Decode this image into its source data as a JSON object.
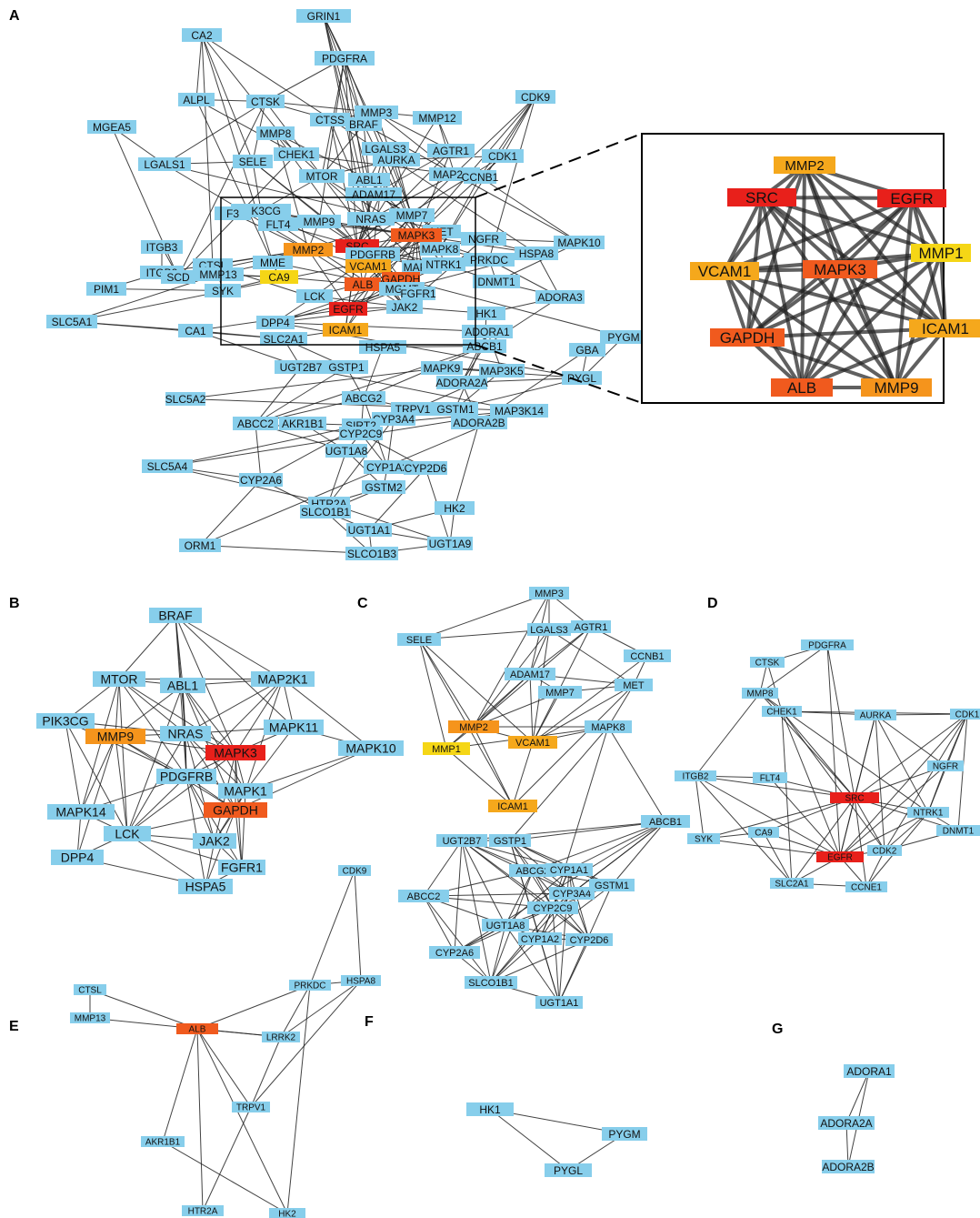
{
  "colors": {
    "node_default": "#87CEEB",
    "edge": "#222222",
    "red": "#E8201B",
    "orange_red": "#F05A1E",
    "orange": "#F5941C",
    "amber": "#F5A81C",
    "yellow": "#F5D616",
    "zoom_box": "#000000"
  },
  "panels": {
    "A": {
      "label": "A",
      "nodes": [
        "GRIN1",
        "CA2",
        "PDGFRA",
        "ALPL",
        "CTSK",
        "CDK9",
        "MMP3",
        "MMP12",
        "MGEA5",
        "MMP8",
        "CTSS",
        "BRAF",
        "LGALS1",
        "CHEK1",
        "AGTR1",
        "AURKA",
        "CDK1",
        "SELE",
        "LGALS3",
        "MTOR",
        "ABL1",
        "MAP2K1",
        "CCNB1",
        "NRAS",
        "ADAM17",
        "MET",
        "PIK3CG",
        "FLT4",
        "MMP9",
        "MMP7",
        "NGFR",
        "MAPK10",
        "HSPA8",
        "ITGB2",
        "CTSL",
        "MAPK3",
        "SRC",
        "PDGFRB",
        "MAPK8",
        "PRKDC",
        "SCD",
        "MMP2",
        "MMP13",
        "MME",
        "VCAM1",
        "MAPK1",
        "NTRK1",
        "DNMT1",
        "PIM1",
        "SYK",
        "CA9",
        "ALB",
        "GAPDH",
        "ADORA3",
        "MGMT",
        "LCK",
        "EGFR",
        "JAK2",
        "HK1",
        "SLC5A1",
        "CA1",
        "DPP4",
        "ICAM1",
        "ADORA1",
        "SLC2A1",
        "PYGM",
        "HSPA5",
        "ABCB1",
        "GBA",
        "UGT2B7",
        "GSTP1",
        "MAPK9",
        "PYGL",
        "MAP3K5",
        "ADORA2A",
        "SLC5A2",
        "ABCG2",
        "TRPV1",
        "GSTM1",
        "MAP3K14",
        "ABCC2",
        "AKR1B1",
        "CYP3A4",
        "ADORA2B",
        "SIRT2",
        "CYP2C9",
        "UGT1A8",
        "CYP1A2",
        "CYP2D6",
        "SLC5A4",
        "CYP2A6",
        "GSTM2",
        "HTR2A",
        "SLCO1B1",
        "HK2",
        "ORM1",
        "UGT1A1",
        "UGT1A9",
        "SLCO1B3",
        "F3",
        "ITGB3",
        "FGFR1"
      ]
    },
    "zoom": {
      "nodes": [
        "MMP2",
        "SRC",
        "EGFR",
        "MMP1",
        "VCAM1",
        "MAPK3",
        "GAPDH",
        "ICAM1",
        "ALB",
        "MMP9"
      ]
    },
    "B": {
      "label": "B",
      "nodes": [
        "BRAF",
        "MTOR",
        "ABL1",
        "MAP2K1",
        "PIK3CG",
        "MMP9",
        "NRAS",
        "MAPK11",
        "MAPK3",
        "MAPK10",
        "PDGFRB",
        "MAPK1",
        "GAPDH",
        "MAPK14",
        "LCK",
        "JAK2",
        "DPP4",
        "FGFR1",
        "HSPA5"
      ]
    },
    "C": {
      "label": "C",
      "nodes": [
        "MMP3",
        "SELE",
        "LGALS3",
        "AGTR1",
        "CCNB1",
        "ADAM17",
        "MET",
        "MMP7",
        "MMP2",
        "MAPK8",
        "MMP1",
        "VCAM1",
        "ICAM1",
        "ABCB1",
        "UGT2B7",
        "GSTP1",
        "ABCG2",
        "CYP1A1",
        "ABCC2",
        "CYP3A4",
        "GSTM1",
        "CYP2C9",
        "UGT1A8",
        "CYP1A2",
        "CYP2D6",
        "CYP2A6",
        "SLCO1B1",
        "UGT1A1"
      ]
    },
    "D": {
      "label": "D",
      "nodes": [
        "PDGFRA",
        "CTSK",
        "MMP8",
        "CHEK1",
        "AURKA",
        "CDK1",
        "NGFR",
        "ITGB2",
        "FLT4",
        "SRC",
        "NTRK1",
        "SYK",
        "CA9",
        "DNMT1",
        "CDK2",
        "EGFR",
        "SLC2A1",
        "CCNE1"
      ]
    },
    "E": {
      "label": "E",
      "nodes": [
        "CDK9",
        "CTSL",
        "MMP13",
        "ALB",
        "PRKDC",
        "HSPA8",
        "LRRK2",
        "TRPV1",
        "AKR1B1",
        "HTR2A",
        "HK2"
      ]
    },
    "F": {
      "label": "F",
      "nodes": [
        "HK1",
        "PYGM",
        "PYGL"
      ]
    },
    "G": {
      "label": "G",
      "nodes": [
        "ADORA1",
        "ADORA2A",
        "ADORA2B"
      ]
    }
  }
}
